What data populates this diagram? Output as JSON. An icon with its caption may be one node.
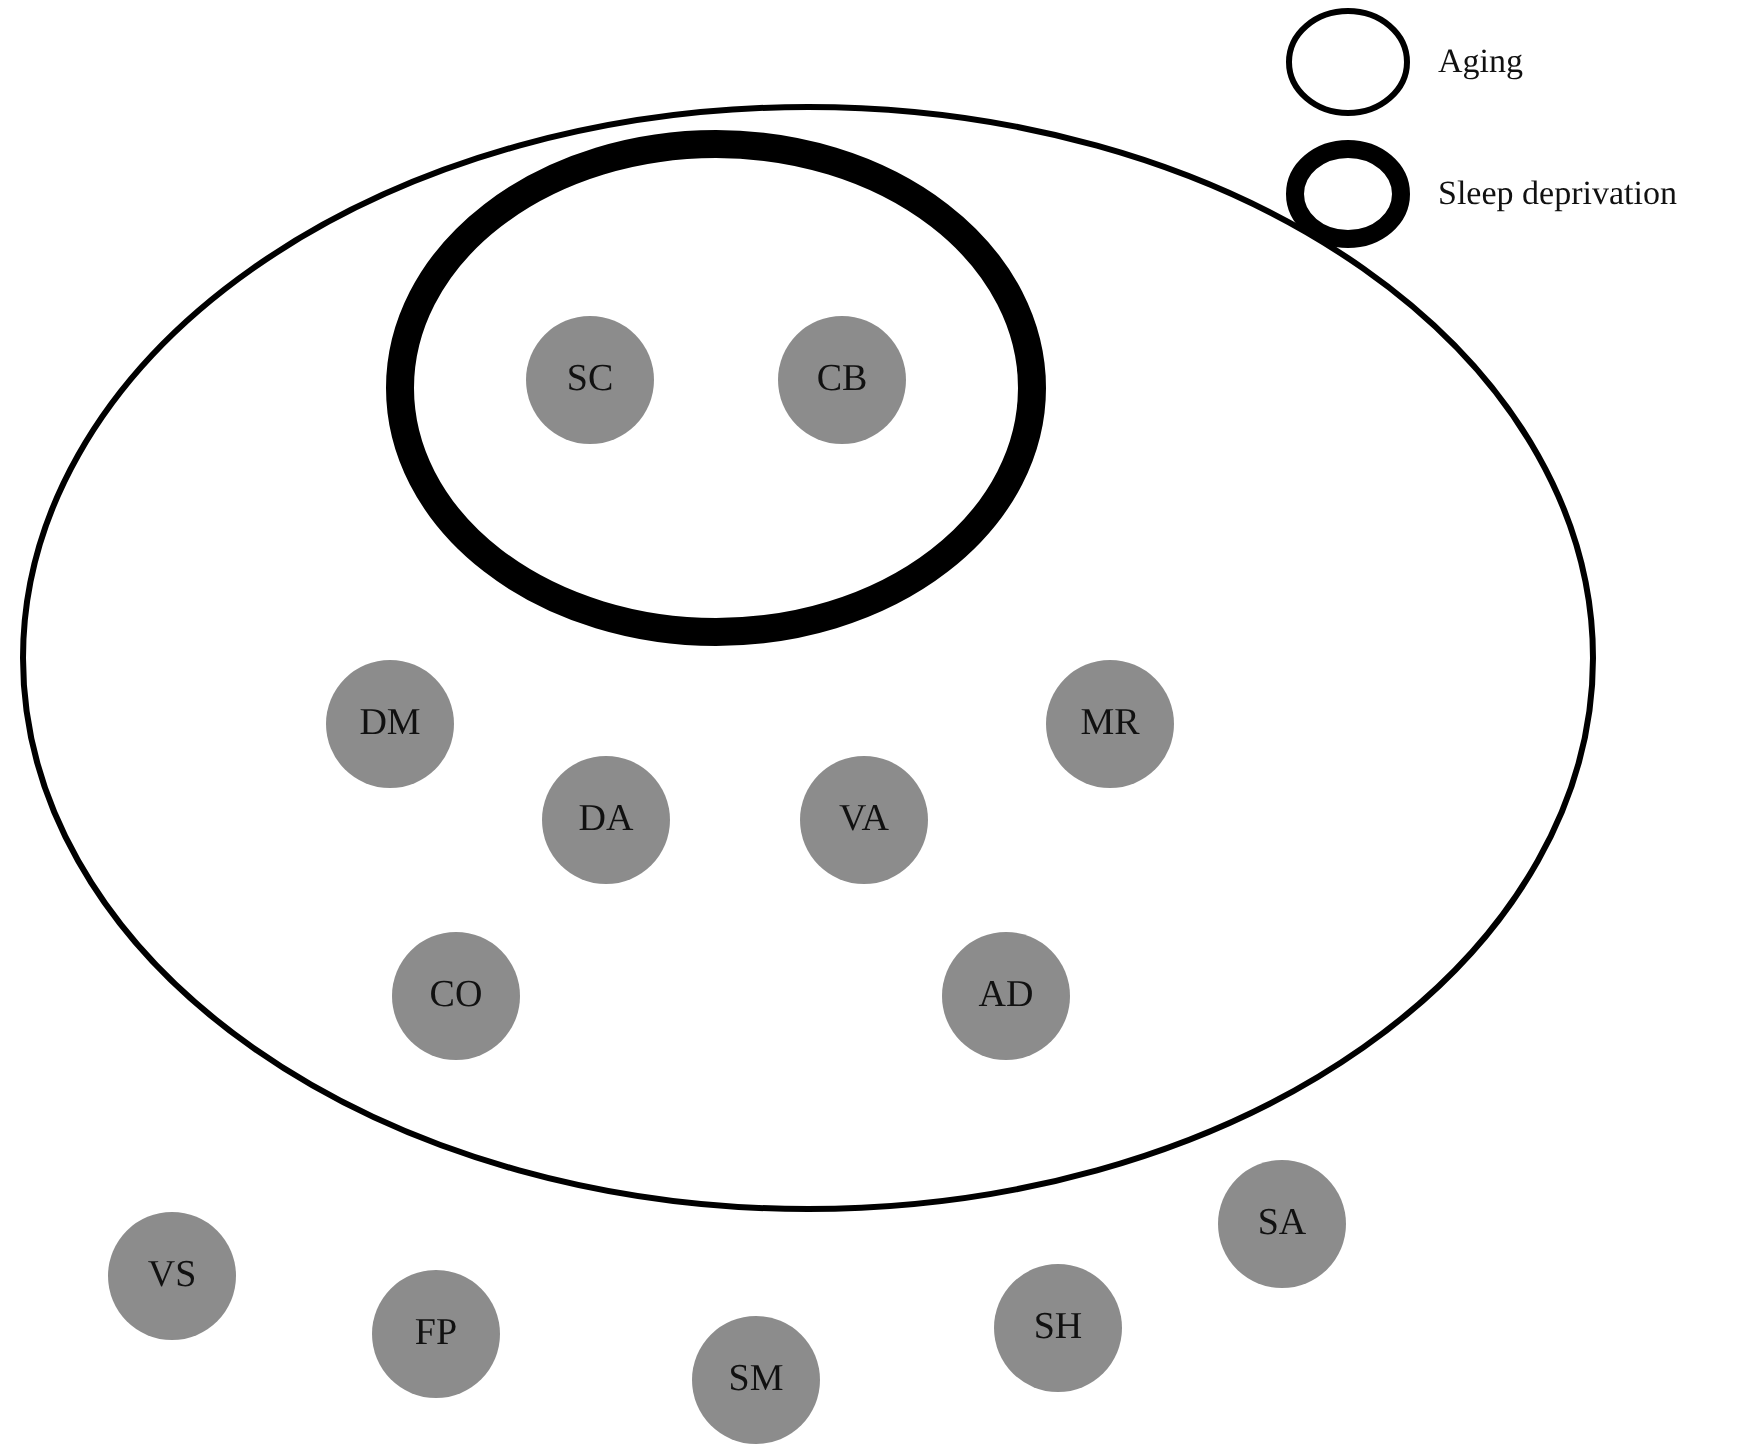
{
  "diagram": {
    "nodes": [
      {
        "text": [],
        "shape": "ellipse"
      },
      {
        "text": [],
        "shape": "ellipse",
        "in": 0
      },
      {
        "text": [
          "SC"
        ],
        "in": 1
      },
      {
        "text": [
          "CB"
        ],
        "in": 1
      },
      {
        "text": [
          "DM"
        ],
        "in": 0
      },
      {
        "text": [
          "MR"
        ],
        "in": 0
      },
      {
        "text": [
          "DA"
        ],
        "in": 0
      },
      {
        "text": [
          "VA"
        ],
        "in": 0
      },
      {
        "text": [
          "CO"
        ],
        "in": 0
      },
      {
        "text": [
          "AD"
        ],
        "in": 0
      },
      {
        "text": [
          "VS"
        ]
      },
      {
        "text": [
          "SA"
        ]
      },
      {
        "text": [
          "FP"
        ]
      },
      {
        "text": [
          "SH"
        ]
      },
      {
        "text": [
          "SM"
        ]
      }
    ],
    "legend": [
      {
        "text": "Aging"
      },
      {
        "text": "Sleep deprivation"
      }
    ]
  }
}
